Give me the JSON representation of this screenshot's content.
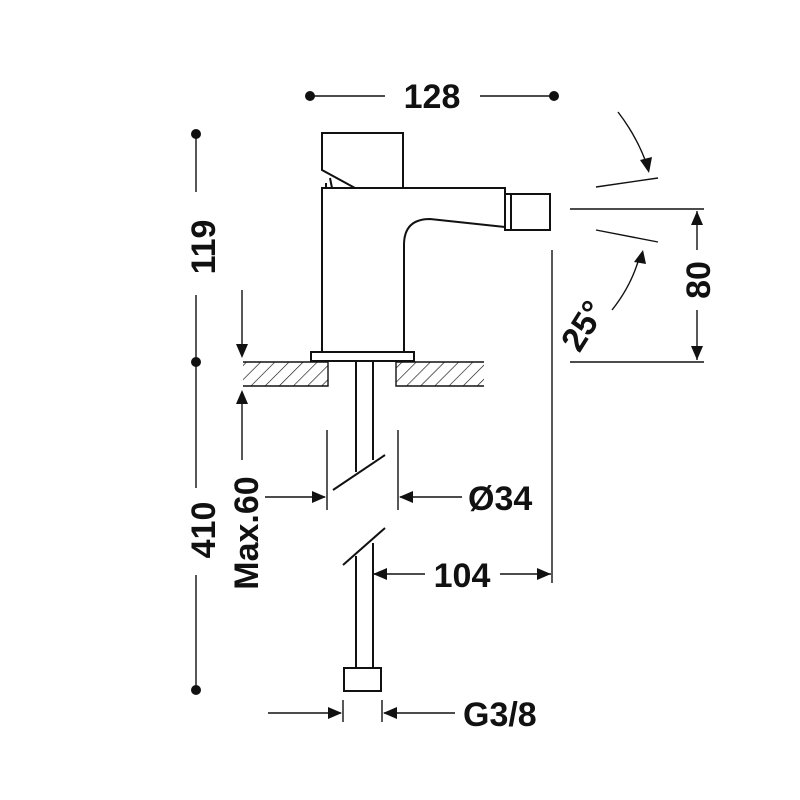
{
  "dimensions": {
    "top_width": "128",
    "body_height": "119",
    "total_height": "410",
    "max_counter": "Max.60",
    "outlet_height": "80",
    "spray_angle": "25°",
    "base_diameter": "Ø34",
    "reach": "104",
    "connection": "G3/8"
  },
  "colors": {
    "line": "#111111",
    "background": "#ffffff"
  }
}
